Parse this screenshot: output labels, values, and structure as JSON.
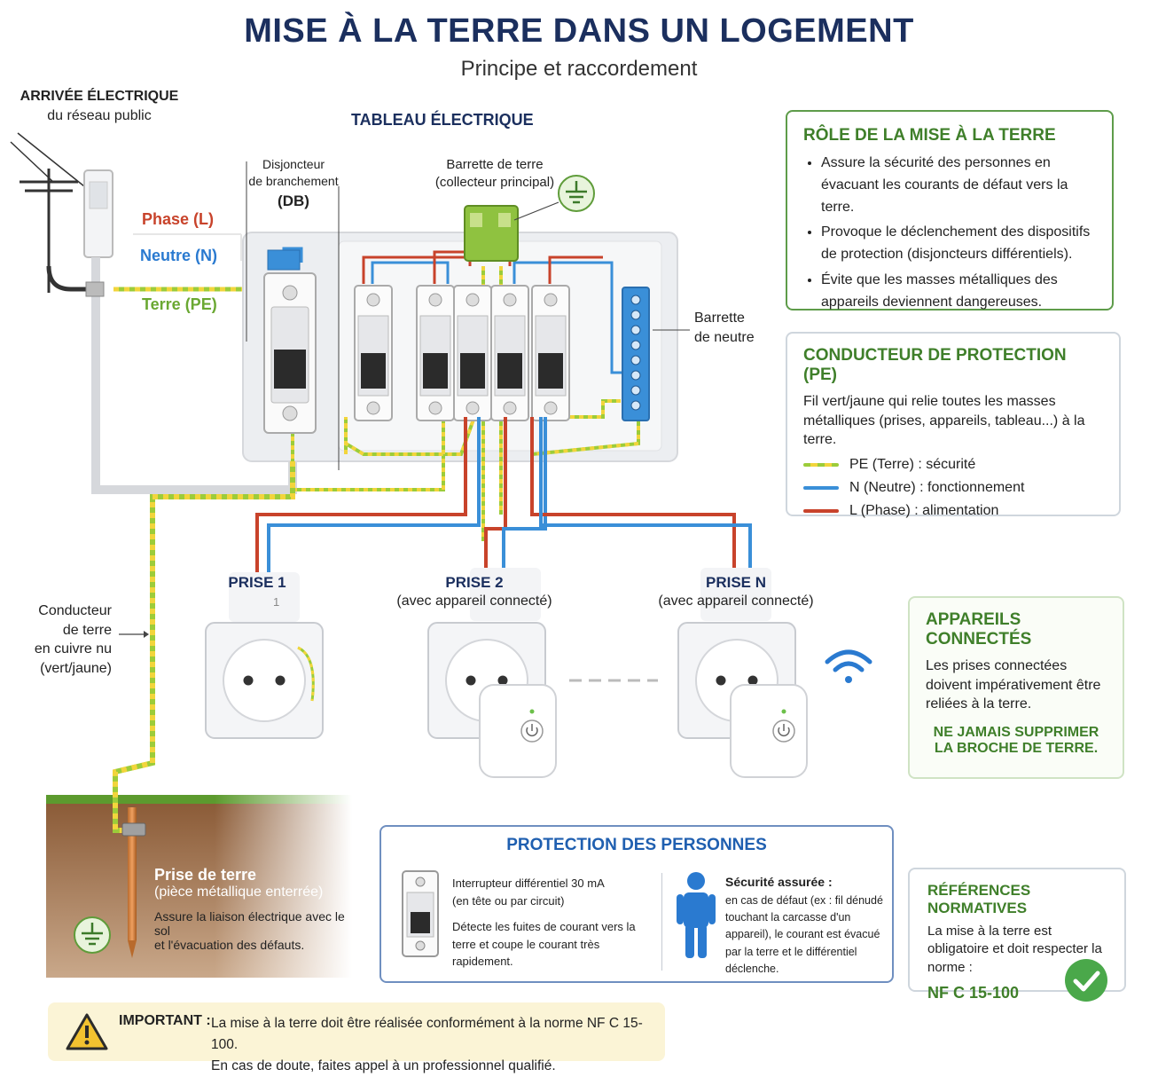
{
  "header": {
    "title": "MISE À LA TERRE DANS UN LOGEMENT",
    "subtitle": "Principe et raccordement"
  },
  "arrival": {
    "title": "ARRIVÉE ÉLECTRIQUE",
    "subtitle": "du réseau public"
  },
  "panel_title": "TABLEAU ÉLECTRIQUE",
  "breaker": {
    "line1": "Disjoncteur",
    "line2": "de branchement",
    "abbr": "(DB)"
  },
  "wires": {
    "phase": "Phase (L)",
    "neutral": "Neutre (N)",
    "earth": "Terre (PE)"
  },
  "earth_bar": {
    "line1": "Barrette de terre",
    "line2": "(collecteur principal)"
  },
  "neutral_bar": {
    "line1": "Barrette",
    "line2": "de neutre"
  },
  "earth_conductor": {
    "line1": "Conducteur",
    "line2": "de terre",
    "line3": "en cuivre nu",
    "line4": "(vert/jaune)"
  },
  "sockets": [
    {
      "title": "PRISE 1",
      "subtitle": "",
      "mark": "1"
    },
    {
      "title": "PRISE 2",
      "subtitle": "(avec appareil connecté)"
    },
    {
      "title": "PRISE N",
      "subtitle": "(avec appareil connecté)"
    }
  ],
  "ground": {
    "title": "Prise de terre",
    "subtitle": "(pièce métallique enterrée)",
    "desc1": "Assure la liaison électrique avec le sol",
    "desc2": "et l'évacuation des défauts."
  },
  "role": {
    "title": "RÔLE DE LA MISE À LA TERRE",
    "items": [
      "Assure la sécurité des personnes en évacuant les courants de défaut vers la terre.",
      "Provoque le déclenchement des dispositifs de protection (disjoncteurs différentiels).",
      "Évite que les masses métalliques des appareils deviennent dangereuses."
    ]
  },
  "conductor": {
    "title": "CONDUCTEUR DE PROTECTION (PE)",
    "desc": "Fil vert/jaune qui relie toutes les masses métalliques (prises, appareils, tableau...) à la terre.",
    "legend": [
      {
        "label": "PE (Terre) : sécurité",
        "color": "#9ccc3a"
      },
      {
        "label": "N (Neutre) : fonctionnement",
        "color": "#3a8fd8"
      },
      {
        "label": "L (Phase) : alimentation",
        "color": "#c8432b"
      }
    ]
  },
  "connected": {
    "title": "APPAREILS CONNECTÉS",
    "desc": "Les prises connectées doivent impérativement être reliées à la terre.",
    "warning_line1": "NE JAMAIS SUPPRIMER",
    "warning_line2": "LA BROCHE DE TERRE."
  },
  "protection": {
    "title": "PROTECTION DES PERSONNES",
    "rcd_title": "Interrupteur différentiel 30 mA",
    "rcd_sub": "(en tête ou par circuit)",
    "rcd_desc": "Détecte les fuites de courant vers la terre et coupe le courant très rapidement.",
    "safety_title": "Sécurité assurée :",
    "safety_desc": "en cas de défaut (ex : fil dénudé touchant la carcasse d'un appareil), le courant est évacué par la terre et le différentiel déclenche."
  },
  "references": {
    "title": "RÉFÉRENCES NORMATIVES",
    "desc": "La mise à la terre est obligatoire et doit respecter la norme :",
    "norm": "NF C 15-100"
  },
  "important": {
    "label": "IMPORTANT :",
    "line1": "La mise à la terre doit être réalisée conformément à la norme NF C 15-100.",
    "line2": "En cas de doute, faites appel à un professionnel qualifié."
  },
  "colors": {
    "title_blue": "#1b2f5e",
    "green_accent": "#3f7f2a",
    "phase": "#c8432b",
    "neutral": "#3a8fd8",
    "earth": "#9ccc3a",
    "earth_stripe": "#f2d53c"
  },
  "icons": [
    "power-pole-icon",
    "earth-symbol-icon",
    "wifi-icon",
    "power-button-icon",
    "person-icon",
    "checkmark-icon",
    "warning-icon"
  ]
}
